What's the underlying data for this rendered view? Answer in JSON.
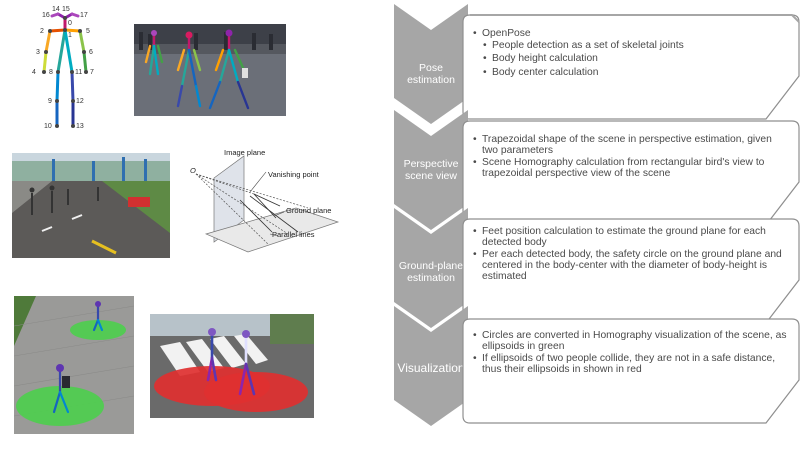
{
  "skeleton": {
    "joint_labels": [
      "14",
      "15",
      "16",
      "17",
      "0",
      "2",
      "1",
      "5",
      "3",
      "6",
      "4",
      "8",
      "11",
      "7",
      "9",
      "12",
      "10",
      "13"
    ]
  },
  "diagram": {
    "origin_label": "O",
    "image_plane_label": "Image plane",
    "vanishing_point_label": "Vanishing point",
    "ground_plane_label": "Ground plane",
    "parallel_lines_label": "Parallel lines"
  },
  "steps": [
    {
      "label_lines": [
        "Pose",
        "estimation"
      ],
      "items": [
        "OpenPose"
      ],
      "sub_items": [
        "People detection as a set of skeletal joints",
        "Body height calculation",
        "Body center calculation"
      ]
    },
    {
      "label_lines": [
        "Perspective",
        "scene view"
      ],
      "items": [
        "Trapezoidal shape of the scene in perspective estimation, given two parameters",
        "Scene Homography calculation from rectangular bird's view to trapezoidal perspective view of the scene"
      ]
    },
    {
      "label_lines": [
        "Ground-plane",
        "estimation"
      ],
      "items": [
        "Feet position calculation to estimate the ground plane for each detected body",
        "Per each detected body, the safety circle on the ground plane and centered in the body-center with the diameter of body-height is estimated"
      ]
    },
    {
      "label_lines": [
        "Visualization"
      ],
      "items": [
        "Circles are converted in Homography visualization of the scene, as ellipsoids in green",
        "If ellipsoids of two people collide, they are not in a safe distance, thus their ellipsoids in shown in red"
      ]
    }
  ],
  "colors": {
    "chevron_fill": "#a6a6a6",
    "panel_border": "#8f8f8f",
    "text": "#4a4a4a",
    "safe_circle": "#4ccf4c",
    "unsafe_circle": "#e03030"
  }
}
